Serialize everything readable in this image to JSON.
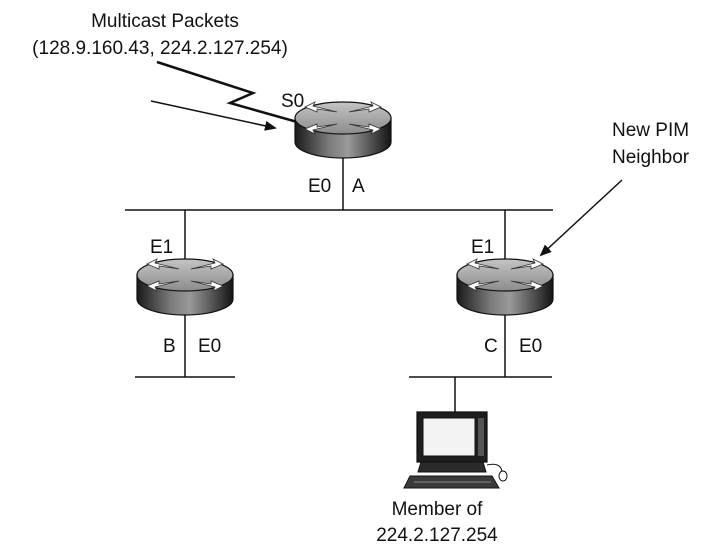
{
  "source": {
    "line1": "Multicast Packets",
    "line2": "(128.9.160.43, 224.2.127.254)"
  },
  "interfaces": {
    "router_a_serial": "S0",
    "router_a_eth": "E0",
    "router_b_up": "E1",
    "router_b_down": "E0",
    "router_c_up": "E1",
    "router_c_down": "E0"
  },
  "routers": {
    "a": "A",
    "b": "B",
    "c": "C"
  },
  "annotation": {
    "line1": "New PIM",
    "line2": "Neighbor"
  },
  "member": {
    "line1": "Member of",
    "line2": "224.2.127.254"
  },
  "colors": {
    "line": "#111111",
    "router_top": "#d9d9d9",
    "router_side": "#3a3a3a"
  }
}
